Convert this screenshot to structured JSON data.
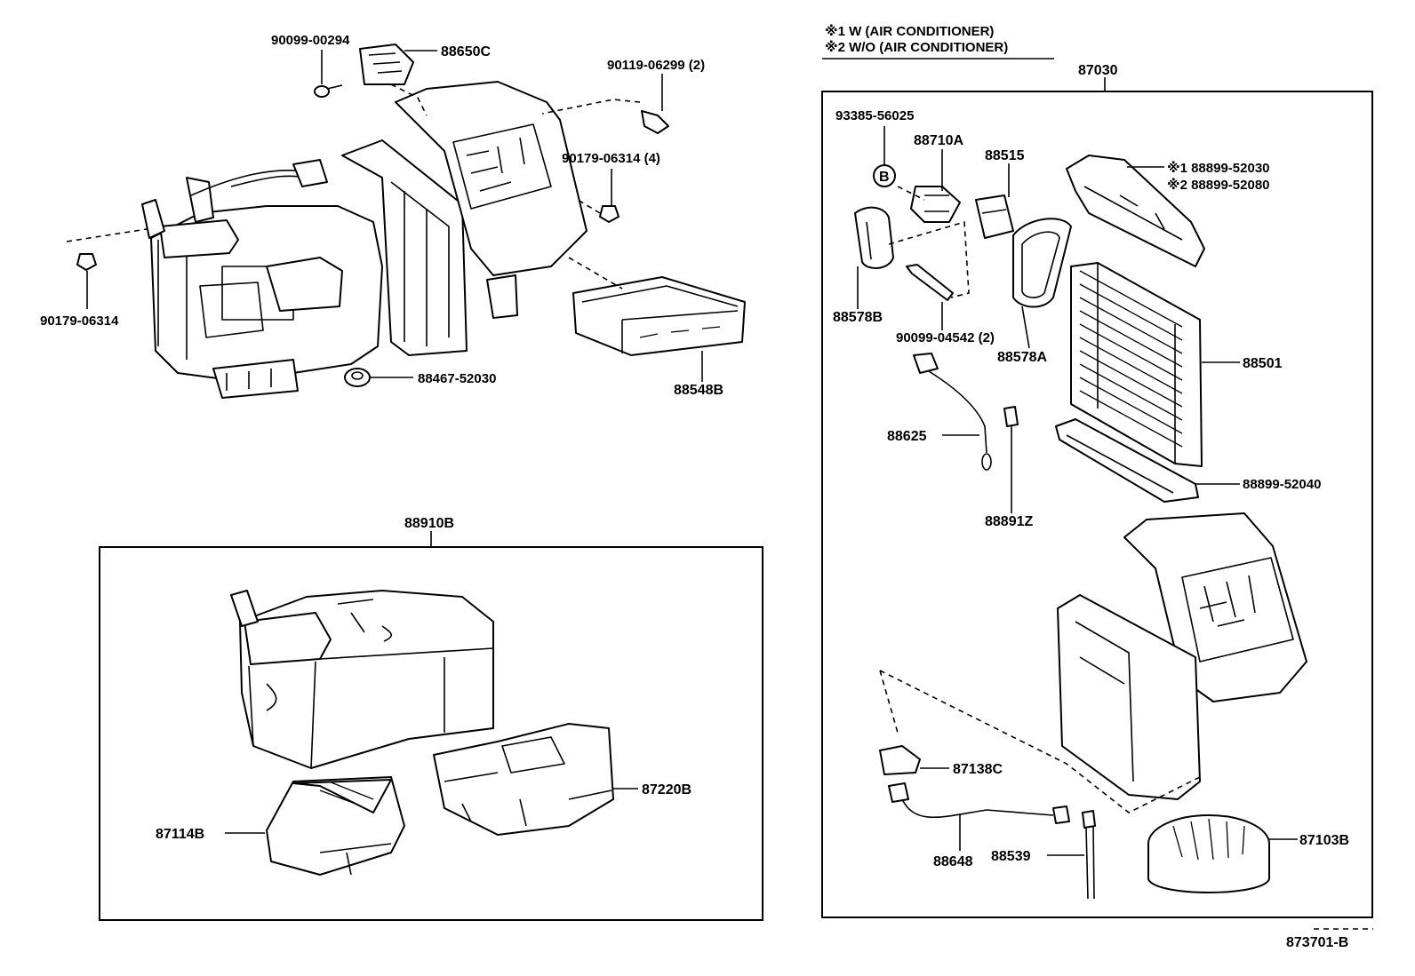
{
  "legend": {
    "line1": "※1 W (AIR CONDITIONER)",
    "line2": "※2 W/O (AIR CONDITIONER)"
  },
  "callouts": {
    "c90099_00294": "90099-00294",
    "c88650C": "88650C",
    "c90119_06299": "90119-06299 (2)",
    "c90179_06314_4": "90179-06314 (4)",
    "c90179_06314": "90179-06314",
    "c88467_52030": "88467-52030",
    "c88548B": "88548B",
    "c88910B": "88910B",
    "c87220B": "87220B",
    "c87114B": "87114B",
    "c87030": "87030",
    "c93385_56025": "93385-56025",
    "c88710A": "88710A",
    "c88515": "88515",
    "c88899_52030": "※1 88899-52030",
    "c88899_52080": "※2 88899-52080",
    "c88578B": "88578B",
    "c90099_04542": "90099-04542 (2)",
    "c88578A": "88578A",
    "c88501": "88501",
    "c88625": "88625",
    "c88899_52040": "88899-52040",
    "c88891Z": "88891Z",
    "c87138C": "87138C",
    "c88648": "88648",
    "c88539": "88539",
    "c87103B": "87103B",
    "marker_b": "B",
    "diagram_id": "873701-B"
  }
}
